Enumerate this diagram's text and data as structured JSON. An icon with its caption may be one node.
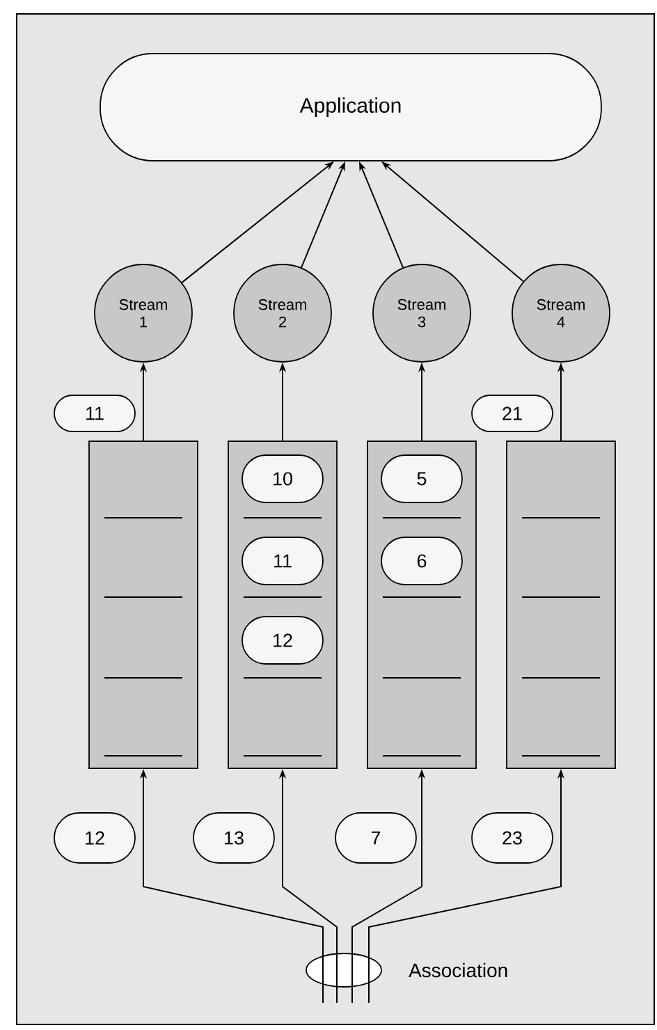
{
  "diagram": {
    "nodes": [
      {
        "text": [
          "Application"
        ]
      },
      {
        "text": [
          "Stream 1"
        ]
      },
      {
        "text": [
          "Stream 2"
        ]
      },
      {
        "text": [
          "Stream 3"
        ]
      },
      {
        "text": [
          "Stream 4"
        ]
      },
      {
        "text": [
          "11"
        ]
      },
      {
        "text": [
          "21"
        ]
      },
      {
        "text": [],
        "shape": "box"
      },
      {
        "text": [],
        "shape": "box"
      },
      {
        "text": [],
        "shape": "box"
      },
      {
        "text": [],
        "shape": "box"
      },
      {
        "text": [
          "10"
        ],
        "in": 8
      },
      {
        "text": [
          "11"
        ],
        "in": 8
      },
      {
        "text": [
          "12"
        ],
        "in": 8
      },
      {
        "text": [
          "5"
        ],
        "in": 9
      },
      {
        "text": [
          "6"
        ],
        "in": 9
      },
      {
        "text": [
          "12"
        ]
      },
      {
        "text": [
          "13"
        ]
      },
      {
        "text": [
          "7"
        ]
      },
      {
        "text": [
          "23"
        ]
      },
      {
        "text": [],
        "shape": "ellipse",
        "beside": [
          "Association"
        ]
      }
    ],
    "edges": [
      {
        "from": 1,
        "to": 0,
        "arrow": "to"
      },
      {
        "from": 2,
        "to": 0,
        "arrow": "to"
      },
      {
        "from": 3,
        "to": 0,
        "arrow": "to"
      },
      {
        "from": 4,
        "to": 0,
        "arrow": "to"
      },
      {
        "from": 7,
        "to": 1,
        "arrow": "to"
      },
      {
        "from": 8,
        "to": 2,
        "arrow": "to"
      },
      {
        "from": 9,
        "to": 3,
        "arrow": "to"
      },
      {
        "from": 10,
        "to": 4,
        "arrow": "to"
      },
      {
        "from": 20,
        "to": 7,
        "arrow": "to"
      },
      {
        "from": 20,
        "to": 8,
        "arrow": "to"
      },
      {
        "from": 20,
        "to": 9,
        "arrow": "to"
      },
      {
        "from": 20,
        "to": 10,
        "arrow": "to"
      }
    ]
  }
}
